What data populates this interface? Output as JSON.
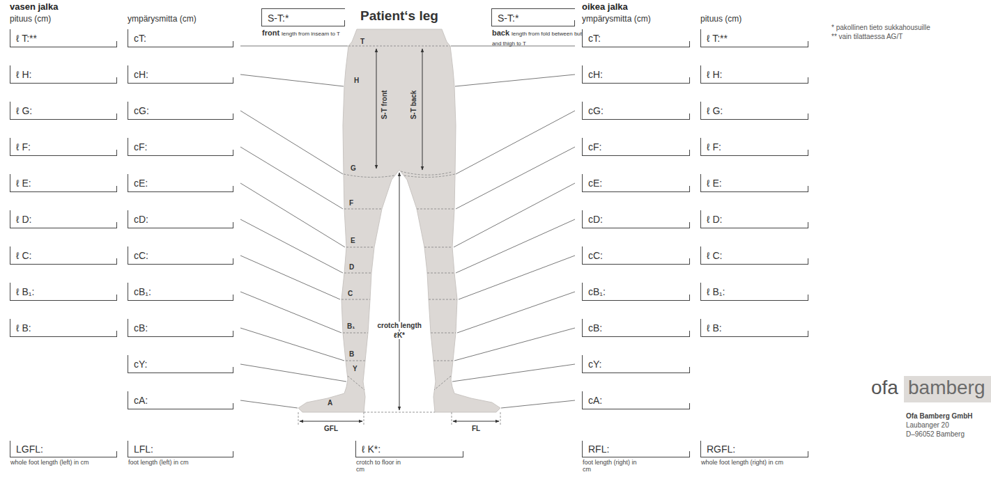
{
  "diagram": {
    "title": "Patient‘s leg",
    "nodes": [
      {
        "text": [
          "S-T:*",
          "front",
          "length from inseam to T"
        ]
      },
      {
        "text": [
          "S-T:*",
          "back",
          "length from fold between buttocks and thigh to T"
        ]
      },
      {
        "text": [
          "ℓ T:**"
        ]
      },
      {
        "text": [
          "cT:"
        ]
      },
      {
        "text": [
          "cT:"
        ]
      },
      {
        "text": [
          "ℓ T:**"
        ]
      },
      {
        "text": [
          "ℓ H:"
        ]
      },
      {
        "text": [
          "cH:"
        ]
      },
      {
        "text": [
          "cH:"
        ]
      },
      {
        "text": [
          "ℓ H:"
        ]
      },
      {
        "text": [
          "ℓ G:"
        ]
      },
      {
        "text": [
          "cG:"
        ]
      },
      {
        "text": [
          "cG:"
        ]
      },
      {
        "text": [
          "ℓ G:"
        ]
      },
      {
        "text": [
          "ℓ F:"
        ]
      },
      {
        "text": [
          "cF:"
        ]
      },
      {
        "text": [
          "cF:"
        ]
      },
      {
        "text": [
          "ℓ F:"
        ]
      },
      {
        "text": [
          "ℓ E:"
        ]
      },
      {
        "text": [
          "cE:"
        ]
      },
      {
        "text": [
          "cE:"
        ]
      },
      {
        "text": [
          "ℓ E:"
        ]
      },
      {
        "text": [
          "ℓ D:"
        ]
      },
      {
        "text": [
          "cD:"
        ]
      },
      {
        "text": [
          "cD:"
        ]
      },
      {
        "text": [
          "ℓ D:"
        ]
      },
      {
        "text": [
          "ℓ C:"
        ]
      },
      {
        "text": [
          "cC:"
        ]
      },
      {
        "text": [
          "cC:"
        ]
      },
      {
        "text": [
          "ℓ C:"
        ]
      },
      {
        "text": [
          "ℓ B₁:"
        ]
      },
      {
        "text": [
          "cB₁:"
        ]
      },
      {
        "text": [
          "cB₁:"
        ]
      },
      {
        "text": [
          "ℓ B₁:"
        ]
      },
      {
        "text": [
          "ℓ B:"
        ]
      },
      {
        "text": [
          "cB:"
        ]
      },
      {
        "text": [
          "cB:"
        ]
      },
      {
        "text": [
          "ℓ B:"
        ]
      },
      {
        "text": [
          "cY:"
        ]
      },
      {
        "text": [
          "cY:"
        ]
      },
      {
        "text": [
          "cA:"
        ]
      },
      {
        "text": [
          "cA:"
        ]
      },
      {
        "text": [
          "LGFL:",
          "whole foot length (left) in cm"
        ]
      },
      {
        "text": [
          "LFL:",
          "foot length (left) in cm"
        ]
      },
      {
        "text": [
          "ℓ K*:",
          "crotch to floor in cm"
        ]
      },
      {
        "text": [
          "RFL:",
          "foot length (right) in cm"
        ]
      },
      {
        "text": [
          "RGFL:",
          "whole foot length (right) in cm"
        ]
      }
    ],
    "labels": [
      "vasen jalka",
      "pituus (cm)",
      "ympärysmitta (cm)",
      "oikea jalka",
      "ympärysmitta (cm)",
      "pituus (cm)",
      "* pakollinen tieto sukkahousuille",
      "** vain tilattaessa AG/T",
      "T",
      "H",
      "G",
      "F",
      "E",
      "D",
      "C",
      "B₁",
      "B",
      "Y",
      "A",
      "S-T front",
      "S-T back",
      "crotch length",
      "ℓK*",
      "GFL",
      "FL",
      "ofa",
      "bamberg",
      "Ofa Bamberg GmbH",
      "Laubanger 20",
      "D–96052 Bamberg"
    ]
  }
}
